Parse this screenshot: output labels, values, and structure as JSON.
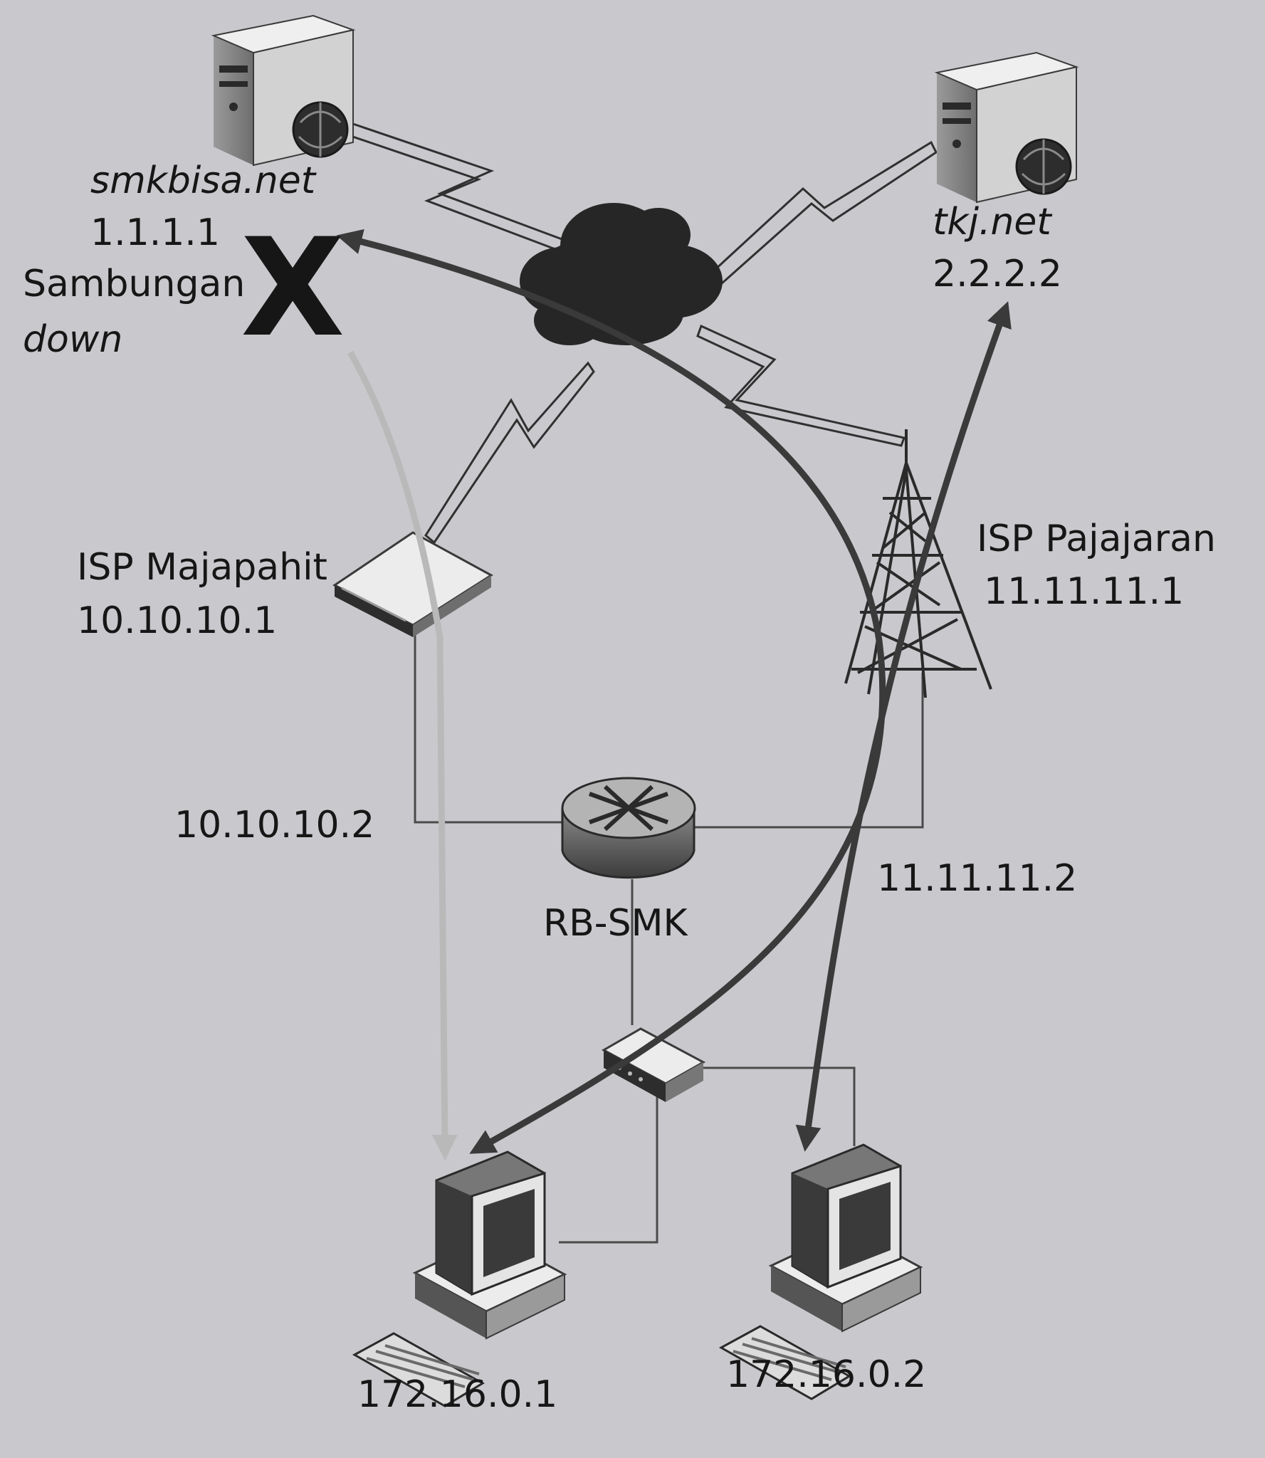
{
  "nodes": {
    "server_smkbisa": {
      "name": "smkbisa.net",
      "ip": "1.1.1.1"
    },
    "server_tkj": {
      "name": "tkj.net",
      "ip": "2.2.2.2"
    },
    "isp_majapahit": {
      "name": "ISP Majapahit",
      "ip": "10.10.10.1"
    },
    "isp_pajajaran": {
      "name": "ISP Pajajaran",
      "ip": "11.11.11.1"
    },
    "router": {
      "name": "RB-SMK",
      "wan1_ip": "10.10.10.2",
      "wan2_ip": "11.11.11.2"
    },
    "pc1": {
      "ip": "172.16.0.1"
    },
    "pc2": {
      "ip": "172.16.0.2"
    }
  },
  "status": {
    "link_down_line1": "Sambungan",
    "link_down_line2": "down",
    "mark": "X"
  },
  "colors": {
    "background": "#c9c8cc",
    "ink": "#161616",
    "arrow_dark": "#3a3a3a",
    "arrow_light": "#b9b9b9",
    "cloud": "#262626"
  }
}
